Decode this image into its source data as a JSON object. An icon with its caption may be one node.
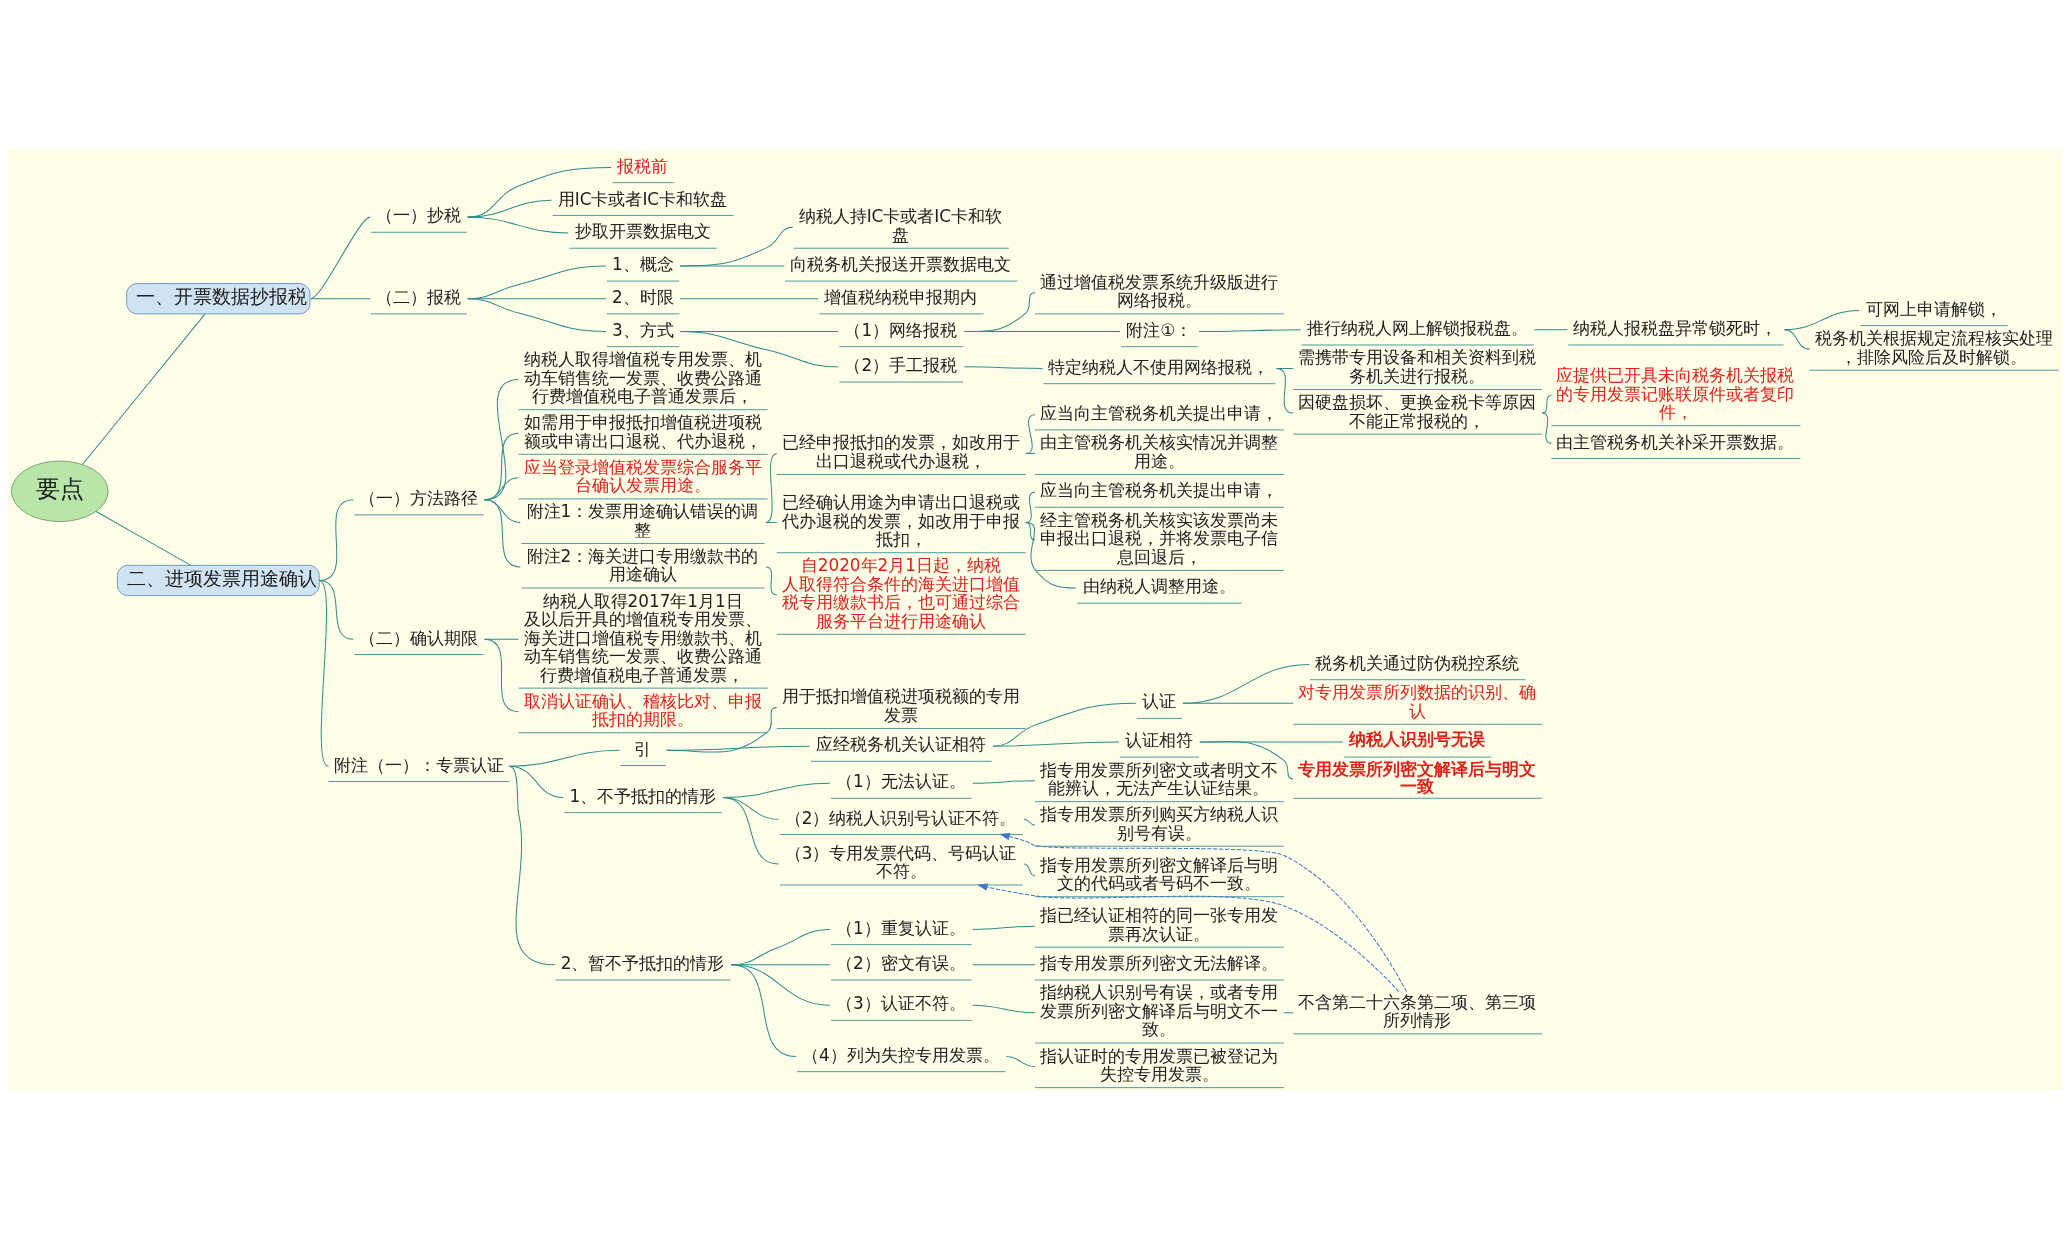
{
  "diagram": {
    "nodes": [
      {
        "text": [
          "要点"
        ]
      },
      {
        "text": [
          "一、开票数据抄报税"
        ]
      },
      {
        "text": [
          "（一）抄税"
        ]
      },
      {
        "text": [
          "报税前"
        ]
      },
      {
        "text": [
          "用IC卡或者IC卡和软盘"
        ]
      },
      {
        "text": [
          "抄取开票数据电文"
        ]
      },
      {
        "text": [
          "（二）报税"
        ]
      },
      {
        "text": [
          "1、概念"
        ]
      },
      {
        "text": [
          "纳税人持IC卡或者IC卡和软盘"
        ]
      },
      {
        "text": [
          "向税务机关报送开票数据电文"
        ]
      },
      {
        "text": [
          "2、时限"
        ]
      },
      {
        "text": [
          "增值税纳税申报期内"
        ]
      },
      {
        "text": [
          "3、方式"
        ]
      },
      {
        "text": [
          "（1）网络报税"
        ]
      },
      {
        "text": [
          "通过增值税发票系统升级版进行网络报税。"
        ]
      },
      {
        "text": [
          "附注①："
        ]
      },
      {
        "text": [
          "推行纳税人网上解锁报税盘。"
        ]
      },
      {
        "text": [
          "纳税人报税盘异常锁死时，"
        ]
      },
      {
        "text": [
          "可网上申请解锁，"
        ]
      },
      {
        "text": [
          "税务机关根据规定流程核实处理，排除风险后及时解锁。"
        ]
      },
      {
        "text": [
          "（2）手工报税"
        ]
      },
      {
        "text": [
          "特定纳税人不使用网络报税，"
        ]
      },
      {
        "text": [
          "需携带专用设备和相关资料到税务机关进行报税。"
        ]
      },
      {
        "text": [
          "因硬盘损坏、更换金税卡等原因不能正常报税的，"
        ]
      },
      {
        "text": [
          "应提供已开具未向税务机关报税的专用发票记账联原件或者复印件，"
        ]
      },
      {
        "text": [
          "由主管税务机关补采开票数据。"
        ]
      },
      {
        "text": [
          "二、进项发票用途确认"
        ]
      },
      {
        "text": [
          "（一）方法路径"
        ]
      },
      {
        "text": [
          "纳税人取得增值税专用发票、机动车销售统一发票、收费公路通行费增值税电子普通发票后，"
        ]
      },
      {
        "text": [
          "如需用于申报抵扣增值税进项税额或申请出口退税、代办退税，"
        ]
      },
      {
        "text": [
          "应当登录增值税发票综合服务平台确认发票用途。"
        ]
      },
      {
        "text": [
          "附注1：发票用途确认错误的调整"
        ]
      },
      {
        "text": [
          "已经申报抵扣的发票，如改用于出口退税或代办退税，"
        ]
      },
      {
        "text": [
          "应当向主管税务机关提出申请，"
        ]
      },
      {
        "text": [
          "由主管税务机关核实情况并调整用途。"
        ]
      },
      {
        "text": [
          "已经确认用途为申请出口退税或代办退税的发票，如改用于申报抵扣，"
        ]
      },
      {
        "text": [
          "应当向主管税务机关提出申请，"
        ]
      },
      {
        "text": [
          "经主管税务机关核实该发票尚未申报出口退税，并将发票电子信息回退后，"
        ]
      },
      {
        "text": [
          "由纳税人调整用途。"
        ]
      },
      {
        "text": [
          "附注2：海关进口专用缴款书的用途确认"
        ]
      },
      {
        "text": [
          "自2020年2月1日起，纳税人取得符合条件的海关进口增值税专用缴款书后，也可通过综合服务平台进行用途确认"
        ]
      },
      {
        "text": [
          "（二）确认期限"
        ]
      },
      {
        "text": [
          "纳税人取得2017年1月1日及以后开具的增值税专用发票、海关进口增值税专用缴款书、机动车销售统一发票、收费公路通行费增值税电子普通发票，"
        ]
      },
      {
        "text": [
          "取消认证确认、稽核比对、申报抵扣的期限。"
        ]
      },
      {
        "text": [
          "附注（一）：专票认证"
        ]
      },
      {
        "text": [
          "引"
        ]
      },
      {
        "text": [
          "用于抵扣增值税进项税额的专用发票"
        ]
      },
      {
        "text": [
          "应经税务机关认证相符"
        ]
      },
      {
        "text": [
          "认证"
        ]
      },
      {
        "text": [
          "税务机关通过防伪税控系统"
        ]
      },
      {
        "text": [
          "对专用发票所列数据的识别、确认"
        ]
      },
      {
        "text": [
          "认证相符"
        ]
      },
      {
        "text": [
          "纳税人识别号无误"
        ]
      },
      {
        "text": [
          "专用发票所列密文解译后与明文一致"
        ]
      },
      {
        "text": [
          "1、不予抵扣的情形"
        ]
      },
      {
        "text": [
          "（1）无法认证。"
        ]
      },
      {
        "text": [
          "指专用发票所列密文或者明文不能辨认，无法产生认证结果。"
        ]
      },
      {
        "text": [
          "（2）纳税人识别号认证不符。"
        ]
      },
      {
        "text": [
          "指专用发票所列购买方纳税人识别号有误。"
        ]
      },
      {
        "text": [
          "（3）专用发票代码、号码认证不符。"
        ]
      },
      {
        "text": [
          "指专用发票所列密文解译后与明文的代码或者号码不一致。"
        ]
      },
      {
        "text": [
          "2、暂不予抵扣的情形"
        ]
      },
      {
        "text": [
          "（1）重复认证。"
        ]
      },
      {
        "text": [
          "指已经认证相符的同一张专用发票再次认证。"
        ]
      },
      {
        "text": [
          "（2）密文有误。"
        ]
      },
      {
        "text": [
          "指专用发票所列密文无法解译。"
        ]
      },
      {
        "text": [
          "（3）认证不符。"
        ]
      },
      {
        "text": [
          "指纳税人识别号有误，或者专用发票所列密文解译后与明文不一致。"
        ]
      },
      {
        "text": [
          "不含第二十六条第二项、第三项所列情形"
        ]
      },
      {
        "text": [
          "（4）列为失控专用发票。"
        ]
      },
      {
        "text": [
          "指认证时的专用发票已被登记为失控专用发票。"
        ]
      }
    ],
    "edges": [
      {
        "from": 0,
        "to": 1,
        "arrow": "none"
      },
      {
        "from": 1,
        "to": 2,
        "arrow": "none"
      },
      {
        "from": 2,
        "to": 3,
        "arrow": "none"
      },
      {
        "from": 2,
        "to": 4,
        "arrow": "none"
      },
      {
        "from": 2,
        "to": 5,
        "arrow": "none"
      },
      {
        "from": 1,
        "to": 6,
        "arrow": "none"
      },
      {
        "from": 6,
        "to": 7,
        "arrow": "none"
      },
      {
        "from": 7,
        "to": 8,
        "arrow": "none"
      },
      {
        "from": 7,
        "to": 9,
        "arrow": "none"
      },
      {
        "from": 6,
        "to": 10,
        "arrow": "none"
      },
      {
        "from": 10,
        "to": 11,
        "arrow": "none"
      },
      {
        "from": 6,
        "to": 12,
        "arrow": "none"
      },
      {
        "from": 12,
        "to": 13,
        "arrow": "none"
      },
      {
        "from": 13,
        "to": 14,
        "arrow": "none"
      },
      {
        "from": 13,
        "to": 15,
        "arrow": "none"
      },
      {
        "from": 15,
        "to": 16,
        "arrow": "none"
      },
      {
        "from": 16,
        "to": 17,
        "arrow": "none"
      },
      {
        "from": 17,
        "to": 18,
        "arrow": "none"
      },
      {
        "from": 17,
        "to": 19,
        "arrow": "none"
      },
      {
        "from": 12,
        "to": 20,
        "arrow": "none"
      },
      {
        "from": 20,
        "to": 21,
        "arrow": "none"
      },
      {
        "from": 21,
        "to": 22,
        "arrow": "none"
      },
      {
        "from": 21,
        "to": 23,
        "arrow": "none"
      },
      {
        "from": 23,
        "to": 24,
        "arrow": "none"
      },
      {
        "from": 23,
        "to": 25,
        "arrow": "none"
      },
      {
        "from": 0,
        "to": 26,
        "arrow": "none"
      },
      {
        "from": 26,
        "to": 27,
        "arrow": "none"
      },
      {
        "from": 27,
        "to": 28,
        "arrow": "none"
      },
      {
        "from": 27,
        "to": 29,
        "arrow": "none"
      },
      {
        "from": 27,
        "to": 30,
        "arrow": "none"
      },
      {
        "from": 27,
        "to": 31,
        "arrow": "none"
      },
      {
        "from": 31,
        "to": 32,
        "arrow": "none"
      },
      {
        "from": 32,
        "to": 33,
        "arrow": "none"
      },
      {
        "from": 32,
        "to": 34,
        "arrow": "none"
      },
      {
        "from": 31,
        "to": 35,
        "arrow": "none"
      },
      {
        "from": 35,
        "to": 36,
        "arrow": "none"
      },
      {
        "from": 35,
        "to": 37,
        "arrow": "none"
      },
      {
        "from": 35,
        "to": 38,
        "arrow": "none"
      },
      {
        "from": 27,
        "to": 39,
        "arrow": "none"
      },
      {
        "from": 39,
        "to": 40,
        "arrow": "none"
      },
      {
        "from": 26,
        "to": 41,
        "arrow": "none"
      },
      {
        "from": 41,
        "to": 42,
        "arrow": "none"
      },
      {
        "from": 41,
        "to": 43,
        "arrow": "none"
      },
      {
        "from": 26,
        "to": 44,
        "arrow": "none"
      },
      {
        "from": 44,
        "to": 45,
        "arrow": "none"
      },
      {
        "from": 45,
        "to": 46,
        "arrow": "none"
      },
      {
        "from": 45,
        "to": 47,
        "arrow": "none"
      },
      {
        "from": 47,
        "to": 48,
        "arrow": "none"
      },
      {
        "from": 48,
        "to": 49,
        "arrow": "none"
      },
      {
        "from": 48,
        "to": 50,
        "arrow": "none"
      },
      {
        "from": 47,
        "to": 51,
        "arrow": "none"
      },
      {
        "from": 51,
        "to": 52,
        "arrow": "none"
      },
      {
        "from": 51,
        "to": 53,
        "arrow": "none"
      },
      {
        "from": 44,
        "to": 54,
        "arrow": "none"
      },
      {
        "from": 54,
        "to": 55,
        "arrow": "none"
      },
      {
        "from": 55,
        "to": 56,
        "arrow": "none"
      },
      {
        "from": 54,
        "to": 57,
        "arrow": "none"
      },
      {
        "from": 57,
        "to": 58,
        "arrow": "none"
      },
      {
        "from": 54,
        "to": 59,
        "arrow": "none"
      },
      {
        "from": 59,
        "to": 60,
        "arrow": "none"
      },
      {
        "from": 44,
        "to": 61,
        "arrow": "none"
      },
      {
        "from": 61,
        "to": 62,
        "arrow": "none"
      },
      {
        "from": 62,
        "to": 63,
        "arrow": "none"
      },
      {
        "from": 61,
        "to": 64,
        "arrow": "none"
      },
      {
        "from": 64,
        "to": 65,
        "arrow": "none"
      },
      {
        "from": 61,
        "to": 66,
        "arrow": "none"
      },
      {
        "from": 66,
        "to": 67,
        "arrow": "none"
      },
      {
        "from": 67,
        "to": 68,
        "arrow": "none"
      },
      {
        "from": 61,
        "to": 69,
        "arrow": "none"
      },
      {
        "from": 69,
        "to": 70,
        "arrow": "none"
      },
      {
        "from": 68,
        "to": 57,
        "arrow": "to",
        "style": "dashed",
        "color": "#3a78c8"
      },
      {
        "from": 68,
        "to": 59,
        "arrow": "to",
        "style": "dashed",
        "color": "#3a78c8"
      }
    ]
  }
}
